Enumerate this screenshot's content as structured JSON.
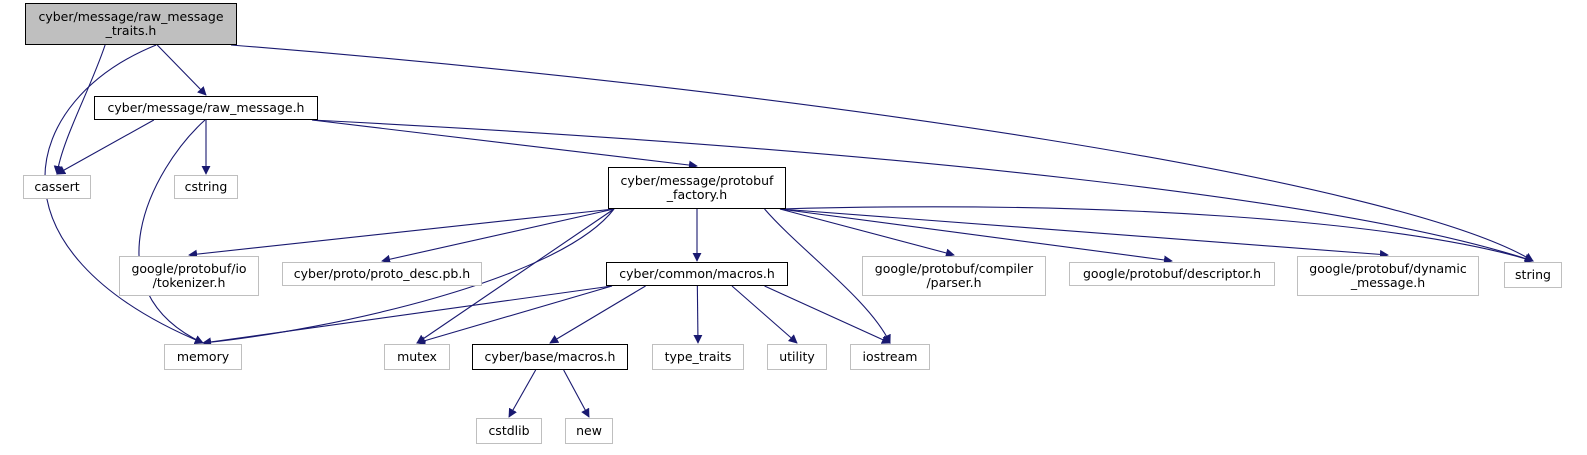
{
  "graph": {
    "edge_color": "#191970",
    "nodes": [
      {
        "id": "raw_message_traits",
        "label": "cyber/message/raw_message\n_traits.h",
        "kind": "root"
      },
      {
        "id": "raw_message",
        "label": "cyber/message/raw_message.h",
        "kind": "internal"
      },
      {
        "id": "cassert",
        "label": "cassert",
        "kind": "external"
      },
      {
        "id": "cstring",
        "label": "cstring",
        "kind": "external"
      },
      {
        "id": "protobuf_factory",
        "label": "cyber/message/protobuf\n_factory.h",
        "kind": "internal"
      },
      {
        "id": "tokenizer",
        "label": "google/protobuf/io\n/tokenizer.h",
        "kind": "external"
      },
      {
        "id": "proto_desc",
        "label": "cyber/proto/proto_desc.pb.h",
        "kind": "external"
      },
      {
        "id": "common_macros",
        "label": "cyber/common/macros.h",
        "kind": "internal"
      },
      {
        "id": "compiler_parser",
        "label": "google/protobuf/compiler\n/parser.h",
        "kind": "external"
      },
      {
        "id": "descriptor",
        "label": "google/protobuf/descriptor.h",
        "kind": "external"
      },
      {
        "id": "dynamic_message",
        "label": "google/protobuf/dynamic\n_message.h",
        "kind": "external"
      },
      {
        "id": "string",
        "label": "string",
        "kind": "external"
      },
      {
        "id": "memory",
        "label": "memory",
        "kind": "external"
      },
      {
        "id": "mutex",
        "label": "mutex",
        "kind": "external"
      },
      {
        "id": "base_macros",
        "label": "cyber/base/macros.h",
        "kind": "internal"
      },
      {
        "id": "type_traits",
        "label": "type_traits",
        "kind": "external"
      },
      {
        "id": "utility",
        "label": "utility",
        "kind": "external"
      },
      {
        "id": "iostream",
        "label": "iostream",
        "kind": "external"
      },
      {
        "id": "cstdlib",
        "label": "cstdlib",
        "kind": "external"
      },
      {
        "id": "new",
        "label": "new",
        "kind": "external"
      }
    ],
    "edges": [
      {
        "from": "raw_message_traits",
        "to": "raw_message"
      },
      {
        "from": "raw_message_traits",
        "to": "cassert"
      },
      {
        "from": "raw_message_traits",
        "to": "memory"
      },
      {
        "from": "raw_message_traits",
        "to": "string"
      },
      {
        "from": "raw_message",
        "to": "cassert"
      },
      {
        "from": "raw_message",
        "to": "cstring"
      },
      {
        "from": "raw_message",
        "to": "memory"
      },
      {
        "from": "raw_message",
        "to": "protobuf_factory"
      },
      {
        "from": "raw_message",
        "to": "string"
      },
      {
        "from": "protobuf_factory",
        "to": "tokenizer"
      },
      {
        "from": "protobuf_factory",
        "to": "proto_desc"
      },
      {
        "from": "protobuf_factory",
        "to": "memory"
      },
      {
        "from": "protobuf_factory",
        "to": "mutex"
      },
      {
        "from": "protobuf_factory",
        "to": "common_macros"
      },
      {
        "from": "protobuf_factory",
        "to": "iostream"
      },
      {
        "from": "protobuf_factory",
        "to": "compiler_parser"
      },
      {
        "from": "protobuf_factory",
        "to": "descriptor"
      },
      {
        "from": "protobuf_factory",
        "to": "dynamic_message"
      },
      {
        "from": "protobuf_factory",
        "to": "string"
      },
      {
        "from": "common_macros",
        "to": "memory"
      },
      {
        "from": "common_macros",
        "to": "mutex"
      },
      {
        "from": "common_macros",
        "to": "base_macros"
      },
      {
        "from": "common_macros",
        "to": "type_traits"
      },
      {
        "from": "common_macros",
        "to": "utility"
      },
      {
        "from": "common_macros",
        "to": "iostream"
      },
      {
        "from": "base_macros",
        "to": "cstdlib"
      },
      {
        "from": "base_macros",
        "to": "new"
      }
    ]
  }
}
